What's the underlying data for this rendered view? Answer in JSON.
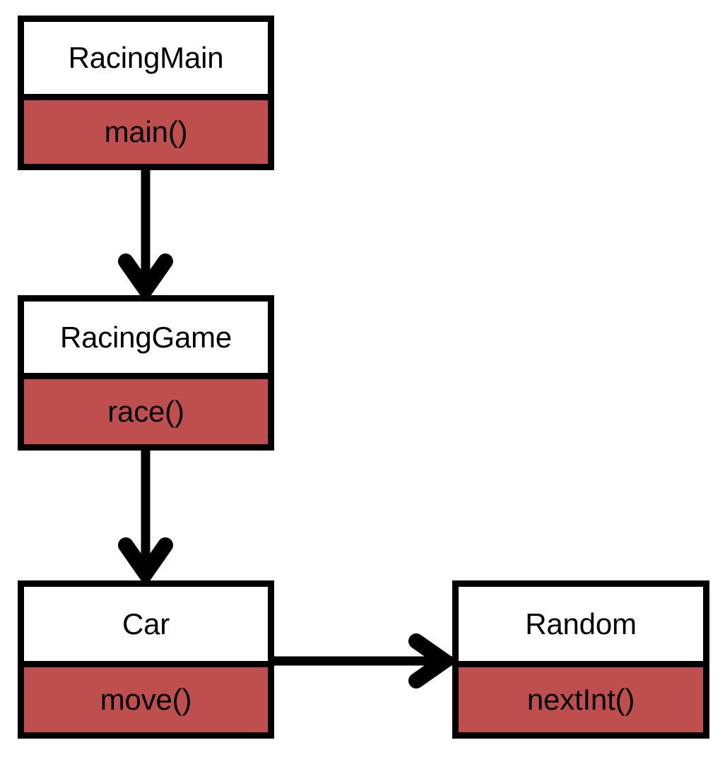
{
  "diagram": {
    "title": "RacingMain / RacingGame / Car / Random call-flow class diagram",
    "colors": {
      "border": "#000000",
      "class_name_fill": "#ffffff",
      "method_fill": "#bf4e4e",
      "background": "#ffffff",
      "text": "#000000"
    },
    "classes": [
      {
        "id": "racingmain",
        "name": "RacingMain",
        "method": "main()"
      },
      {
        "id": "racinggame",
        "name": "RacingGame",
        "method": "race()"
      },
      {
        "id": "car",
        "name": "Car",
        "method": "move()"
      },
      {
        "id": "random",
        "name": "Random",
        "method": "nextInt()"
      }
    ],
    "connectors": [
      {
        "id": "main-to-race",
        "from": "RacingMain",
        "to": "RacingGame",
        "direction": "down",
        "arrowhead": "open-v"
      },
      {
        "id": "race-to-car",
        "from": "RacingGame",
        "to": "Car",
        "direction": "down",
        "arrowhead": "open-v"
      },
      {
        "id": "car-to-random",
        "from": "Car",
        "to": "Random",
        "direction": "right",
        "arrowhead": "open-v"
      }
    ]
  }
}
